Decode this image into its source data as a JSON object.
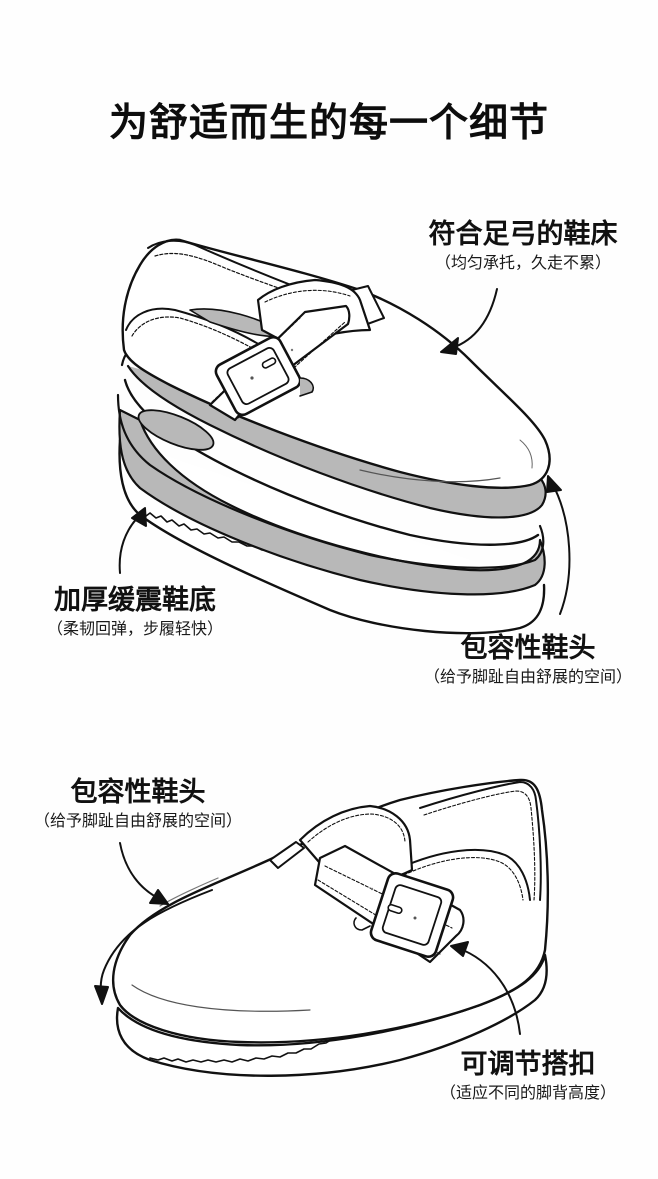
{
  "page": {
    "title": "为舒适而生的每一个细节",
    "background_color": "#fefefe",
    "line_color": "#111111",
    "sole_gray": "#b8b8b8"
  },
  "illustration_top": {
    "subject": "clog-with-buckle-strap-side-view-thick-layered-sole",
    "callouts": [
      {
        "id": "arch-footbed",
        "head": "符合足弓的鞋床",
        "sub": "（均匀承托，久走不累）",
        "arrow": "arrow-icon"
      },
      {
        "id": "cushion-sole",
        "head": "加厚缓震鞋底",
        "sub": "（柔韧回弹，步履轻快）",
        "arrow": "arrow-icon"
      },
      {
        "id": "roomy-toe-box",
        "head": "包容性鞋头",
        "sub": "（给予脚趾自由舒展的空间）",
        "arrow": "arrow-icon"
      }
    ]
  },
  "illustration_bottom": {
    "subject": "clog-with-buckle-strap-front-three-quarter-view",
    "callouts": [
      {
        "id": "roomy-toe-box",
        "head": "包容性鞋头",
        "sub": "（给予脚趾自由舒展的空间）",
        "arrow": "arrow-icon"
      },
      {
        "id": "adjustable-buckle",
        "head": "可调节搭扣",
        "sub": "（适应不同的脚背高度）",
        "arrow": "arrow-icon"
      }
    ]
  }
}
